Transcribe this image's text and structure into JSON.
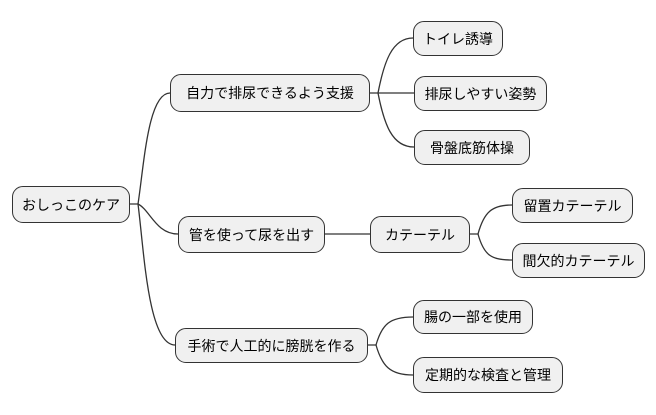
{
  "mindmap": {
    "root": {
      "label": "おしっこのケア"
    },
    "branches": [
      {
        "label": "自力で排尿できるよう支援",
        "children": [
          {
            "label": "トイレ誘導"
          },
          {
            "label": "排尿しやすい姿勢"
          },
          {
            "label": "骨盤底筋体操"
          }
        ]
      },
      {
        "label": "管を使って尿を出す",
        "children": [
          {
            "label": "カテーテル",
            "children": [
              {
                "label": "留置カテーテル"
              },
              {
                "label": "間欠的カテーテル"
              }
            ]
          }
        ]
      },
      {
        "label": "手術で人工的に膀胱を作る",
        "children": [
          {
            "label": "腸の一部を使用"
          },
          {
            "label": "定期的な検査と管理"
          }
        ]
      }
    ]
  },
  "colors": {
    "background": "#ffffff",
    "node_fill": "#f0f0f0",
    "node_border": "#333333",
    "line": "#333333",
    "text": "#000000"
  }
}
